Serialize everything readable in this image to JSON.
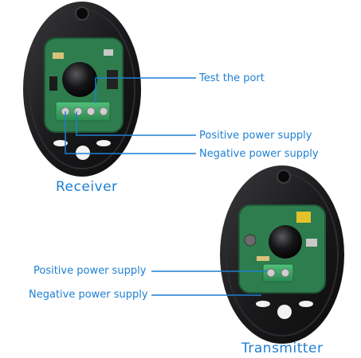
{
  "labels": {
    "test_port": "Test the port",
    "receiver_positive": "Positive power supply",
    "receiver_negative": "Negative power supply",
    "receiver_title": "Receiver",
    "transmitter_positive": "Positive power supply",
    "transmitter_negative": "Negative power supply",
    "transmitter_title": "Transmitter"
  },
  "colors": {
    "callout": "#1e7fd2",
    "housing": "#1b1b1d",
    "pcb": "#2e7d4f",
    "terminal_block": "#3cb371",
    "lens": "#111111"
  }
}
